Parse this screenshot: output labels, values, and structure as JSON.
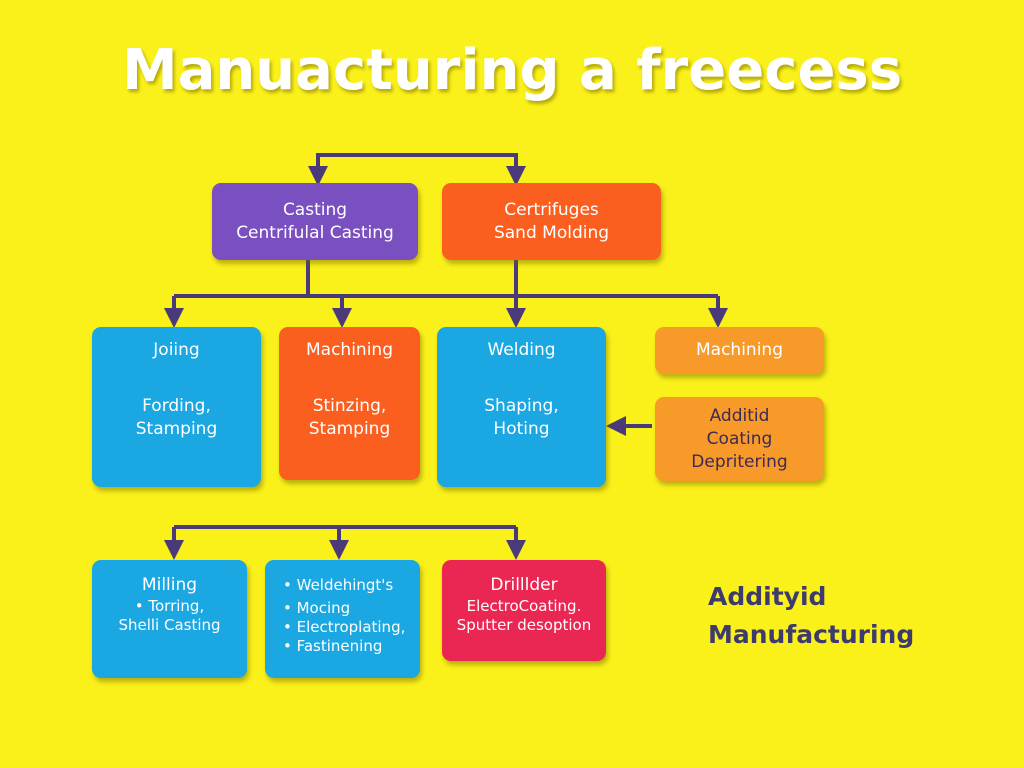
{
  "title": "Manuacturing  a freecess",
  "colors": {
    "background": "#fbf11a",
    "connector": "#4b3a7a",
    "purple": "#7a4fc0",
    "orange": "#fb5f1f",
    "blue": "#1aa7e2",
    "amber": "#f79a2a",
    "red": "#ea2653",
    "side_label": "#3d3a6e"
  },
  "row1": [
    {
      "lines": [
        "Casting",
        "Centrifulal Casting"
      ]
    },
    {
      "lines": [
        "Certrifuges",
        "Sand Molding"
      ]
    }
  ],
  "row2": [
    {
      "heading": "Joiing",
      "body": [
        "Fording,",
        "Stamping"
      ]
    },
    {
      "heading": "Machining",
      "body": [
        "Stinzing,",
        "Stamping"
      ]
    },
    {
      "heading": "Welding",
      "body": [
        "Shaping,",
        "Hoting"
      ]
    }
  ],
  "side_boxes": [
    {
      "lines": [
        "Machining"
      ]
    },
    {
      "lines": [
        "Additid",
        "Coating",
        "Depritering"
      ]
    }
  ],
  "row3": [
    {
      "heading": "Milling",
      "items": [
        "•  Torring,",
        "Shelli Casting"
      ]
    },
    {
      "heading": "",
      "items": [
        "• Weldehingt's",
        "• Mocing",
        "• Electroplating,",
        "• Fastinening"
      ]
    },
    {
      "heading": "Drilllder",
      "items": [
        "ElectroCoating.",
        "Sputter desoption"
      ]
    }
  ],
  "side_label": [
    "Addityid",
    "Manufacturing"
  ]
}
